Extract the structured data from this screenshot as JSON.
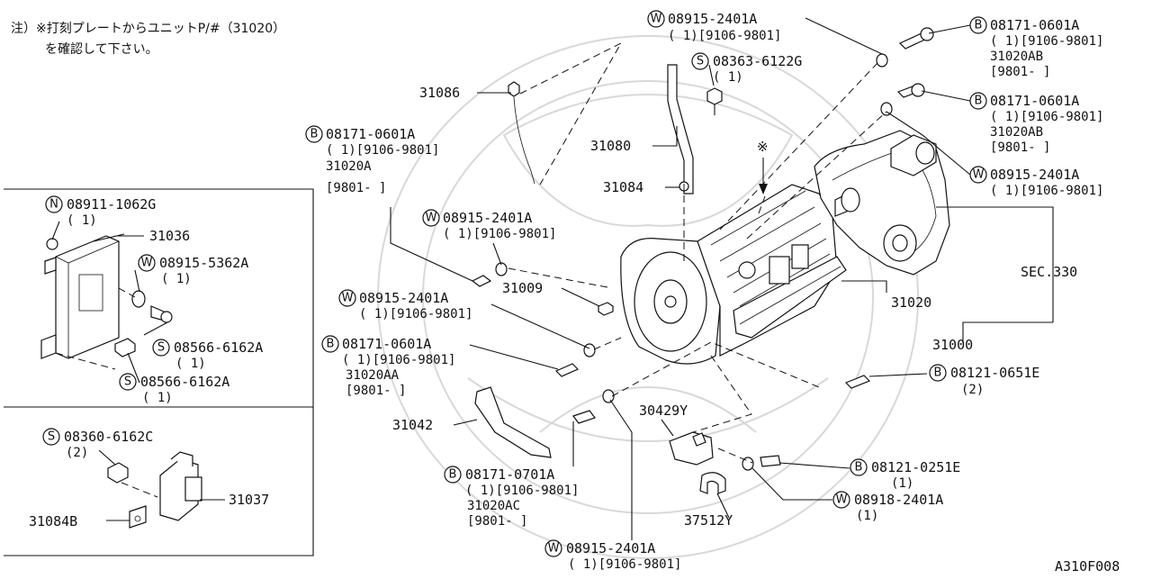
{
  "note": {
    "line1": "注）※打刻プレートからユニットP/#（31020）",
    "line2": "を確認して下さい。"
  },
  "diagram_code": "A310F008",
  "callouts": {
    "w_top": {
      "code": "W",
      "part": "08915-2401A",
      "qty": "( 1)[9106-9801]"
    },
    "s_top": {
      "code": "S",
      "part": "08363-6122G",
      "qty": "( 1)"
    },
    "b_top": {
      "code": "B",
      "part": "08171-0601A",
      "qty": "( 1)[9106-9801]",
      "alt": "31020AB",
      "range": "[9801-     ]"
    },
    "b_mid": {
      "code": "B",
      "part": "08171-0601A",
      "qty": "( 1)[9106-9801]",
      "alt": "31020AB",
      "range": "[9801-     ]"
    },
    "w_right": {
      "code": "W",
      "part": "08915-2401A",
      "qty": "( 1)[9106-9801]"
    },
    "b_left": {
      "code": "B",
      "part": "08171-0601A",
      "qty": "( 1)[9106-9801]",
      "alt": "31020A",
      "range": "[9801-     ]"
    },
    "w_left": {
      "code": "W",
      "part": "08915-2401A",
      "qty": "( 1)[9106-9801]"
    },
    "w_center": {
      "code": "W",
      "part": "08915-2401A",
      "qty": "( 1)[9106-9801]"
    },
    "b_center": {
      "code": "B",
      "part": "08171-0601A",
      "qty": "( 1)[9106-9801]",
      "alt": "31020AA",
      "range": "[9801-     ]"
    },
    "b_right_low": {
      "code": "B",
      "part": "08121-0651E",
      "qty": "(2)"
    },
    "b_bottom_right": {
      "code": "B",
      "part": "08121-0251E",
      "qty": "(1)"
    },
    "w_bottom_right": {
      "code": "W",
      "part": "08918-2401A",
      "qty": "(1)"
    },
    "b_bottom_center": {
      "code": "B",
      "part": "08171-0701A",
      "qty": "( 1)[9106-9801]",
      "alt": "31020AC",
      "range": "[9801-     ]"
    },
    "w_bottom": {
      "code": "W",
      "part": "08915-2401A",
      "qty": "( 1)[9106-9801]"
    },
    "n_box": {
      "code": "N",
      "part": "08911-1062G",
      "qty": "( 1)"
    },
    "w_box": {
      "code": "W",
      "part": "08915-5362A",
      "qty": "( 1)"
    },
    "s_box1": {
      "code": "S",
      "part": "08566-6162A",
      "qty": "( 1)"
    },
    "s_box2": {
      "code": "S",
      "part": "08566-6162A",
      "qty": "( 1)"
    },
    "s_box3": {
      "code": "S",
      "part": "08360-6162C",
      "qty": "(2)"
    }
  },
  "part_numbers": {
    "p31086": "31086",
    "p31080": "31080",
    "p31084": "31084",
    "p31009": "31009",
    "p31042": "31042",
    "p30429Y": "30429Y",
    "p37512Y": "37512Y",
    "p31020": "31020",
    "p31000": "31000",
    "sec330": "SEC.330",
    "p31036": "31036",
    "p31037": "31037",
    "p31084B": "31084B",
    "star_marker": "※"
  }
}
